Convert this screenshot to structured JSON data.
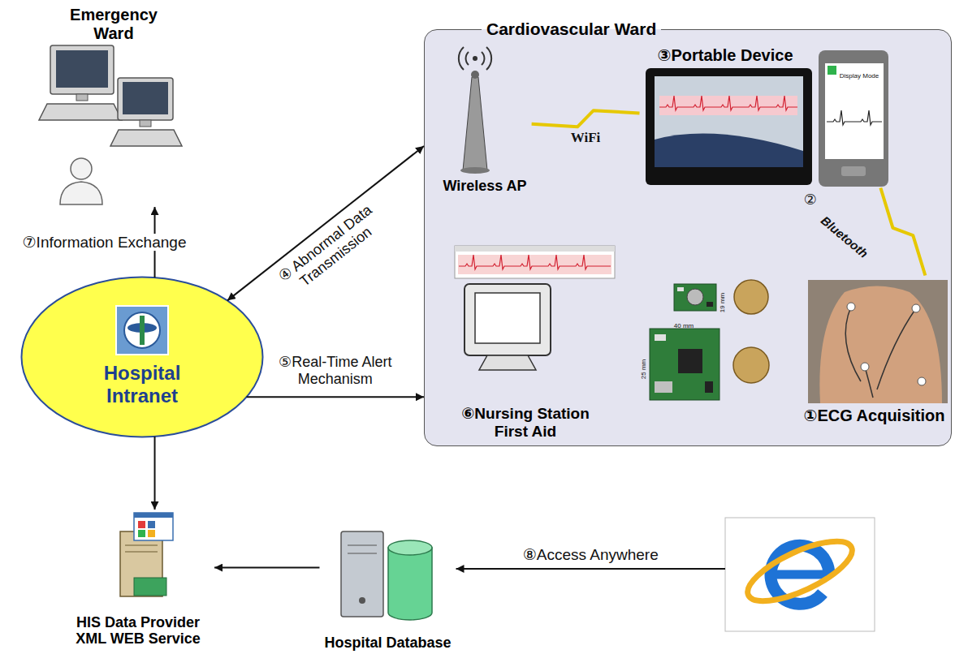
{
  "diagram": {
    "nodes": [
      {
        "text": [
          "Emergency Ward"
        ]
      },
      {
        "text": [
          "Cardiovascular Ward"
        ]
      },
      {
        "text": [
          "Wireless AP"
        ],
        "in": 1
      },
      {
        "text": [
          "③Portable Device"
        ],
        "in": 1
      },
      {
        "text": [
          "⑥Nursing Station First Aid"
        ],
        "in": 1
      },
      {
        "text": [
          "①ECG Acquisition"
        ],
        "in": 1
      },
      {
        "text": [
          "Hospital Intranet"
        ]
      },
      {
        "text": [
          "HIS Data Provider XML WEB Service"
        ]
      },
      {
        "text": [
          "Hospital Database"
        ]
      },
      {
        "text": []
      }
    ],
    "edges": [
      {
        "from": 6,
        "to": 0,
        "label": "⑦Information Exchange",
        "arrow": "to"
      },
      {
        "from": 6,
        "to": 1,
        "label": "④ Abnormal Data Transmission",
        "arrow": "both"
      },
      {
        "from": 6,
        "to": 1,
        "label": "⑤Real-Time Alert Mechanism",
        "arrow": "to"
      },
      {
        "from": 6,
        "to": 7,
        "arrow": "to"
      },
      {
        "from": 8,
        "to": 7,
        "arrow": "to"
      },
      {
        "from": 9,
        "to": 8,
        "label": "⑧Access Anywhere",
        "arrow": "to"
      },
      {
        "from": 2,
        "to": 3,
        "label": "WiFi",
        "arrow": "none"
      },
      {
        "from": 3,
        "to": 5,
        "label": "②",
        "arrow": "none"
      }
    ],
    "labels": [
      "Bluetooth",
      "Display Mode",
      "19 mm",
      "40 mm",
      "25 mm"
    ]
  }
}
